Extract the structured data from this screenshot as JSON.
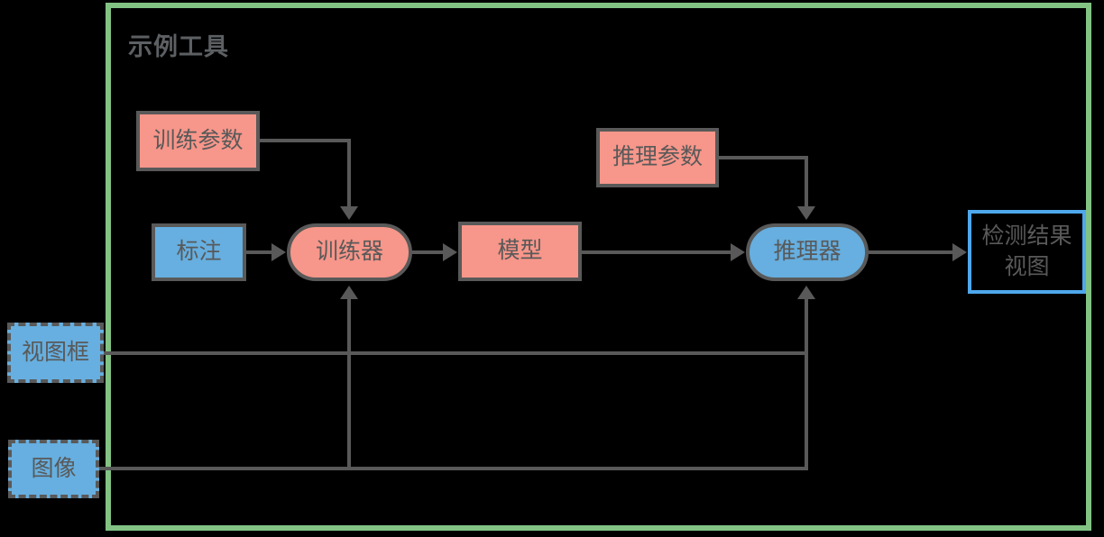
{
  "diagram": {
    "type": "flowchart",
    "container_title": "示例工具",
    "nodes": {
      "training_params": {
        "label": "训练参数",
        "shape": "rect",
        "fill": "salmon"
      },
      "inference_params": {
        "label": "推理参数",
        "shape": "rect",
        "fill": "salmon"
      },
      "annotation": {
        "label": "标注",
        "shape": "rect",
        "fill": "blue"
      },
      "trainer": {
        "label": "训练器",
        "shape": "stadium",
        "fill": "salmon"
      },
      "model": {
        "label": "模型",
        "shape": "rect",
        "fill": "salmon"
      },
      "inferencer": {
        "label": "推理器",
        "shape": "stadium",
        "fill": "blue"
      },
      "detection_result_view": {
        "label_line1": "检测结果",
        "label_line2": "视图",
        "shape": "rect-outline-blue"
      },
      "view_frame": {
        "label": "视图框",
        "shape": "dashed-rect",
        "fill": "blue"
      },
      "image": {
        "label": "图像",
        "shape": "dashed-rect",
        "fill": "blue"
      }
    },
    "edges": [
      {
        "from": "训练参数",
        "to": "训练器"
      },
      {
        "from": "标注",
        "to": "训练器"
      },
      {
        "from": "训练器",
        "to": "模型"
      },
      {
        "from": "模型",
        "to": "推理器"
      },
      {
        "from": "推理参数",
        "to": "推理器"
      },
      {
        "from": "推理器",
        "to": "检测结果视图"
      },
      {
        "from": "视图框",
        "to": "推理器"
      },
      {
        "from": "图像",
        "to": "训练器"
      },
      {
        "from": "图像",
        "to": "推理器"
      }
    ],
    "colors": {
      "background": "#000000",
      "container_border": "#82C384",
      "salmon_fill": "#F7968A",
      "blue_fill": "#66AFE0",
      "line_and_border": "#595959",
      "text": "#595959",
      "result_view_border": "#4FA8EC"
    }
  }
}
